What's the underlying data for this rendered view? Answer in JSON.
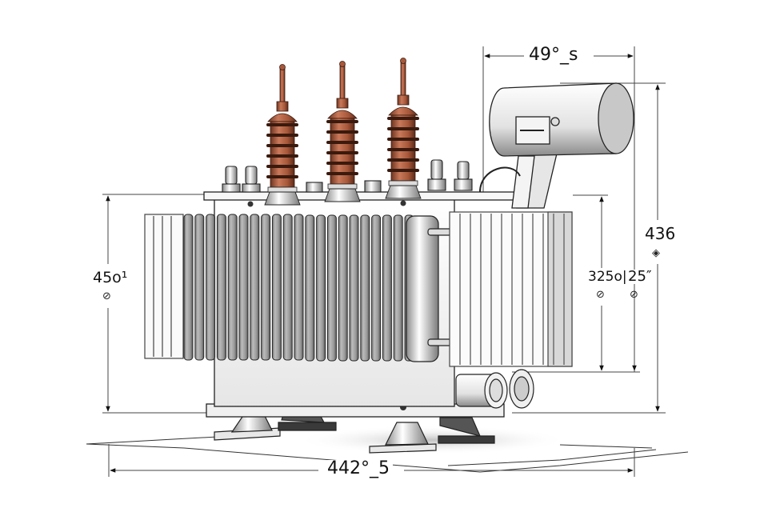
{
  "diagram": {
    "subject": "Oil-immersed power transformer technical line drawing",
    "colors": {
      "background": "#ffffff",
      "line": "#222222",
      "bushing_copper": "#a8583a",
      "bushing_dark": "#5e2a18",
      "radiator_gray": "#9a9a9a",
      "tank_white": "#f4f4f4"
    },
    "components": {
      "hv_bushings": [
        "HV bushing 1",
        "HV bushing 2",
        "HV bushing 3"
      ],
      "lv_bushings_count": 4,
      "conservator": "Conservator tank",
      "radiator_left": "Left cooling radiator bank",
      "radiator_right": "Right cooling fins panel",
      "tank": "Main tank",
      "base_supports": 4,
      "side_cylinders": 2
    },
    "dimensions": {
      "top_width": {
        "label": "49°_s",
        "symbol": ""
      },
      "left_height": {
        "label": "45o¹",
        "symbol": "⊘"
      },
      "right_total_height": {
        "label": "436",
        "symbol": "◈"
      },
      "right_inner_height": {
        "label": "325o|",
        "symbol": "⊘"
      },
      "right_offset": {
        "label": "25″",
        "symbol": "⊘"
      },
      "bottom_width": {
        "label": "442°_5",
        "symbol": ""
      }
    }
  }
}
